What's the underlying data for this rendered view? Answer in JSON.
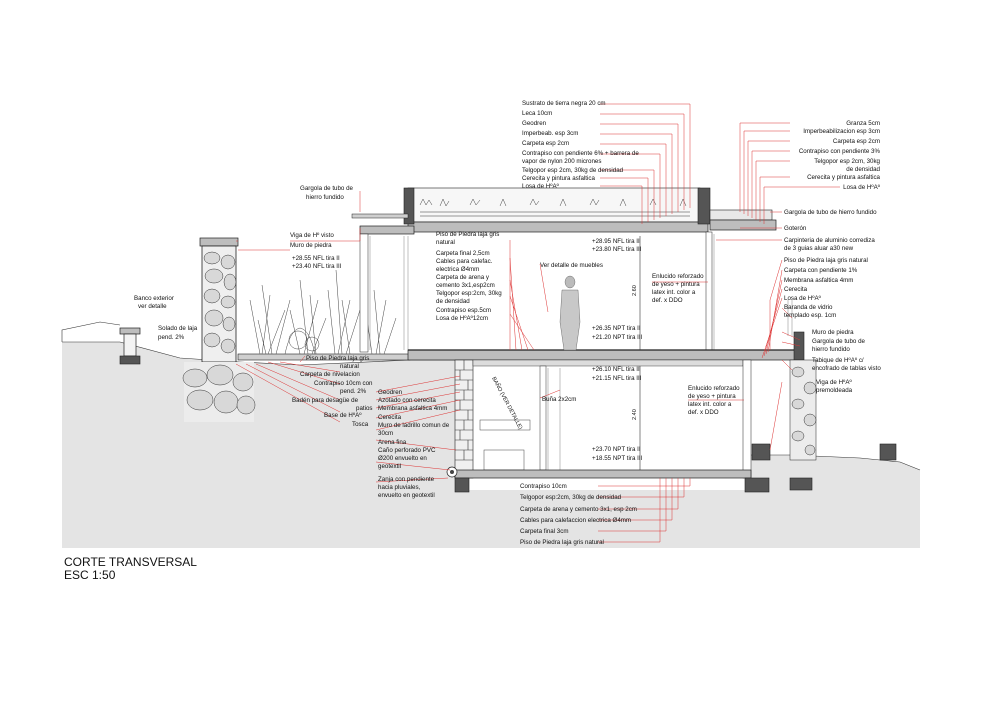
{
  "title": {
    "main": "CORTE TRANSVERSAL",
    "scale": "ESC 1:50"
  },
  "roof_labels": [
    "Sustrato de tierra negra 20 cm",
    "Leca 10cm",
    "Geodren",
    "Imperbeab. esp 3cm",
    "Carpeta esp 2cm",
    "Contrapiso con pendiente 6% + barrera de",
    "vapor de nylon 200 micrones",
    "Telgopor esp 2cm, 30kg de densidad",
    "Cerecita y pintura asfaltica",
    "Losa de HºAº"
  ],
  "right_roof_labels": [
    "Granza 5cm",
    "Imperbeabilizacion esp 3cm",
    "Carpeta esp 2cm",
    "Contrapiso con pendiente 3%",
    "Telgopor esp 2cm, 30kg",
    "de densidad",
    "Cerecita y pintura asfaltica",
    "Losa de HºAº"
  ],
  "right_labels": [
    "Gargola de tubo de hierro fundido",
    "Goterón",
    "Carpinteria de aluminio corrediza",
    "de 3 guias aluar a30 new",
    "Piso de Piedra laja gris natural",
    "Carpeta con  pendiente 1%",
    "Membrana asfaltica 4mm",
    "Cerecita",
    "Losa de HºAº",
    "Baranda de vidrio",
    "templado esp. 1cm",
    "Muro de piedra",
    "Gargola de tubo de",
    "hierro fundido",
    "Tabique de HºAº c/",
    "encofrado de tablas visto",
    "Viga de HºAº",
    "premoldeada"
  ],
  "left_labels": {
    "gargola": [
      "Gargola de tubo de",
      "hierro fundido"
    ],
    "viga": "Viga de Hº visto",
    "muro": "Muro de piedra",
    "banco": [
      "Banco exterior",
      "ver detalle"
    ],
    "solado": [
      "Solado de laja",
      "pend. 2%"
    ]
  },
  "levels": {
    "terrace": [
      "+28.55 NFL tira II",
      "+23.40 NFL tira III"
    ],
    "upper_ceiling": [
      "+28.95 NFL tira II",
      "+23.80 NFL tira III"
    ],
    "upper_floor": [
      "+26.35 NPT tira II",
      "+21.20 NPT tira III"
    ],
    "lower_ceiling": [
      "+26.10 NFL tira II",
      "+21.15 NFL tira III"
    ],
    "lower_floor": [
      "+23.70 NPT tira II",
      "+18.55 NPT tira III"
    ]
  },
  "upper_floor_labels": [
    "Piso de Piedra laja gris",
    "natural",
    "Carpeta final 2,5cm",
    "Cables para calefac.",
    "electrica Ø4mm",
    "Carpeta de arena y",
    "cemento 3x1,esp2cm",
    "Telgopor esp:2cm, 30kg",
    "de densidad",
    "Contrapiso esp.5cm",
    "Losa de HºAº12cm"
  ],
  "mid_labels": {
    "muebles": "Ver detalle de muebles",
    "enlucido_upper": [
      "Enlucido reforzado",
      "de yeso + pintura",
      "latex int. color a",
      "def. x DDO"
    ],
    "enlucido_lower": [
      "Enlucido reforzado",
      "de yeso + pintura",
      "latex int. color a",
      "def. x DDO"
    ],
    "bunia": "Buña 2x2cm",
    "bano": "BAÑO (VER DETALLE)",
    "dim_upper": "2.60",
    "dim_lower": "2.40"
  },
  "lower_left_labels": [
    "Piso de Piedra laja gris",
    "natural",
    "Carpeta de nivelacion",
    "Contrapiso 10cm con",
    "pend. 2%",
    "Badén para desagüe de",
    "patios",
    "Base de HºAº",
    "Tosca"
  ],
  "lower_mid_labels": [
    "Geodren",
    "Azotado con cerecita",
    "Membrana asfaltica 4mm",
    "Cerecita",
    "Muro de ladrillo comun de",
    "30cm",
    "Arena fina",
    "Caño perforado PVC",
    "Ø200 envuelto en",
    "geotextil",
    "Zanja con pendiente",
    "hacia pluviales,",
    "envuelto en geotextil"
  ],
  "bottom_labels": [
    "Contrapiso 10cm",
    "Telgopor esp:2cm, 30kg de densidad",
    "Carpeta de arena y cemento 3x1, esp 2cm",
    "Cables para calefaccion electrica Ø4mm",
    "Carpeta final 3cm",
    "Piso de Piedra laja gris natural"
  ]
}
